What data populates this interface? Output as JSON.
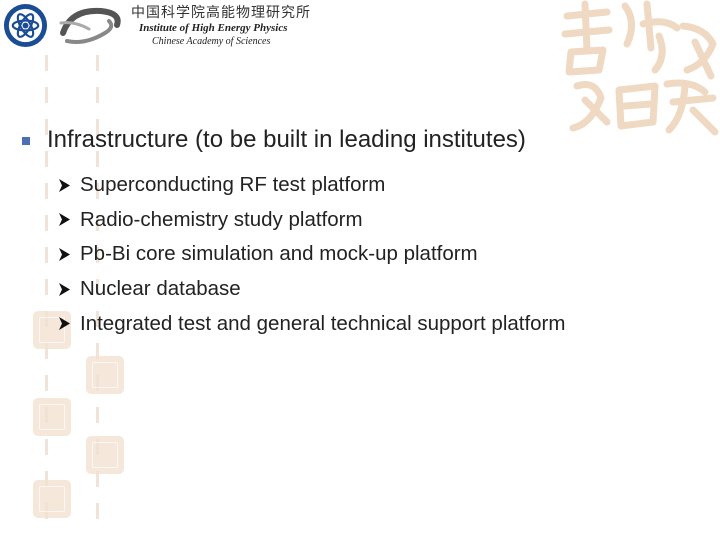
{
  "logo": {
    "chinese_name": "中国科学院高能物理研究所",
    "institute_line": "Institute of High Energy Physics",
    "academy_line": "Chinese Academy of Sciences"
  },
  "heading": {
    "text": "Infrastructure (to be built in leading institutes)"
  },
  "items": [
    {
      "label": "Superconducting RF test platform"
    },
    {
      "label": "Radio-chemistry study platform"
    },
    {
      "label": "Pb-Bi core simulation and mock-up platform"
    },
    {
      "label": "Nuclear database"
    },
    {
      "label": "Integrated test and general technical support platform"
    }
  ],
  "colors": {
    "bullet_square": "#4a6fb5",
    "text": "#222222",
    "decoration": "#f3e2d2"
  }
}
